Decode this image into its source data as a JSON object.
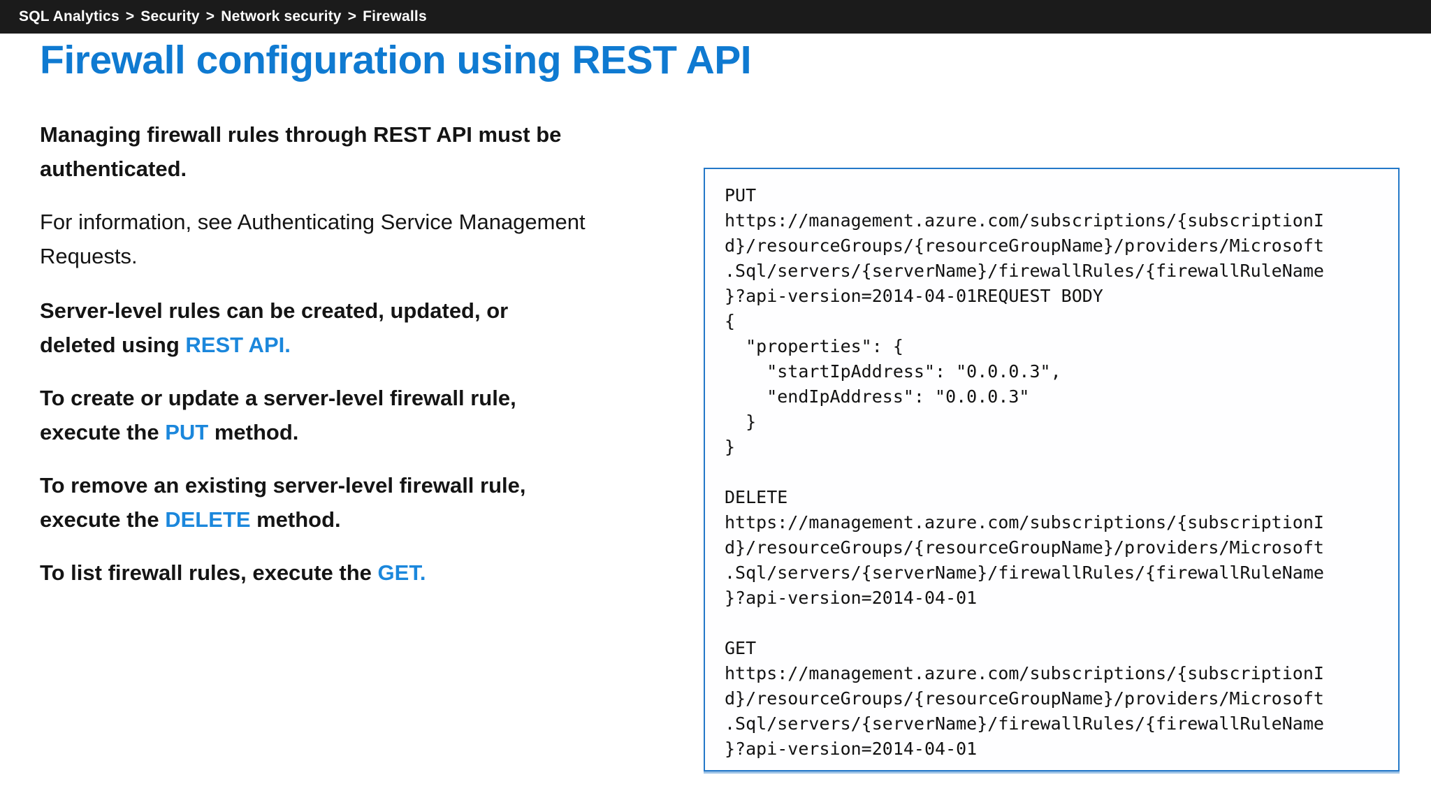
{
  "breadcrumb": {
    "items": [
      "SQL Analytics",
      "Security",
      "Network security",
      "Firewalls"
    ],
    "separator": ">"
  },
  "page": {
    "title": "Firewall configuration using REST API"
  },
  "content": {
    "p1": "Managing firewall rules through REST API must be\nauthenticated.",
    "p2": "For information, see Authenticating Service Management\nRequests.",
    "p3_prefix": "Server-level rules can be created, updated, or\ndeleted using ",
    "p3_link": "REST API.",
    "p4_prefix": "To create or update a server-level firewall rule,\nexecute the ",
    "p4_link": "PUT",
    "p4_suffix": " method.",
    "p5_prefix": "To remove an existing server-level firewall rule,\nexecute the ",
    "p5_link": "DELETE",
    "p5_suffix": " method.",
    "p6_prefix": "To list firewall rules, execute the ",
    "p6_link": "GET."
  },
  "code_panel": {
    "put_block": "PUT\nhttps://management.azure.com/subscriptions/{subscriptionI\nd}/resourceGroups/{resourceGroupName}/providers/Microsoft\n.Sql/servers/{serverName}/firewallRules/{firewallRuleName\n}?api-version=2014-04-01REQUEST BODY\n{\n  \"properties\": {\n    \"startIpAddress\": \"0.0.0.3\",\n    \"endIpAddress\": \"0.0.0.3\"\n  }\n}",
    "delete_block": "DELETE\nhttps://management.azure.com/subscriptions/{subscriptionI\nd}/resourceGroups/{resourceGroupName}/providers/Microsoft\n.Sql/servers/{serverName}/firewallRules/{firewallRuleName\n}?api-version=2014-04-01",
    "get_block": "GET\nhttps://management.azure.com/subscriptions/{subscriptionI\nd}/resourceGroups/{resourceGroupName}/providers/Microsoft\n.Sql/servers/{serverName}/firewallRules/{firewallRuleName\n}?api-version=2014-04-01"
  },
  "colors": {
    "title_blue": "#0f7ad1",
    "link_blue": "#1b87dc",
    "panel_border": "#2478c8",
    "topbar_bg": "#1b1b1b",
    "body_text": "#141414"
  }
}
